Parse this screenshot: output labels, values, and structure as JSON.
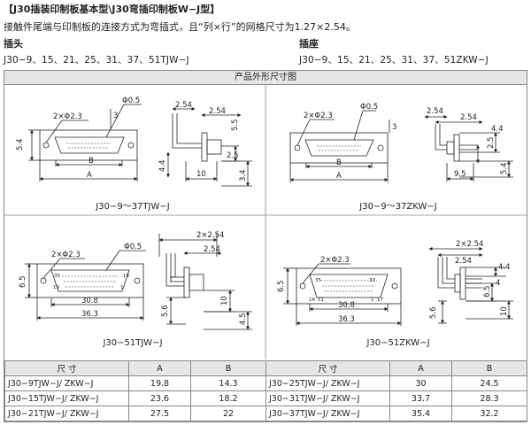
{
  "header": {
    "title": "【J30插装印制板基本型\\J30弯插印制板W−J型】",
    "description": "接触件尾端与印制板的连接方式为弯插式，且“列×行”的网格尺寸为1.27×2.54。",
    "plug_label": "插头",
    "socket_label": "插座",
    "plug_series": "J30−9、15、21、25、31、37、51TJW−J",
    "socket_series": "J30−9、15、21、25、31、37、51ZKW−J"
  },
  "drawings": {
    "section_title": "产品外形尺寸图",
    "captions": [
      "J30−9～37TJW−J",
      "J30−9～37ZKW−J",
      "J30−51TJW−J",
      "J30−51ZKW−J"
    ],
    "dims": {
      "hole": "2×Φ2.3",
      "pin_dia": "Φ0.5",
      "pitch": "2×2.54",
      "a": "A",
      "b": "B",
      "d3": "3",
      "d254": "2.54",
      "d55": "5.5",
      "d54": "5.4",
      "d44": "4.4",
      "d25": "2.5",
      "d34": "3.4",
      "d10": "10",
      "d95": "9.5",
      "d40": "4",
      "d65": "6.5",
      "d56": "5.6",
      "d45": "4.5",
      "d308": "30.8",
      "d363": "36.3",
      "p35": "35",
      "p18": "18",
      "p19": "19",
      "p51": "51",
      "p16": "16",
      "p1": "1",
      "p33": "33",
      "p17": "17"
    }
  },
  "table": {
    "headers": [
      "尺  寸",
      "A",
      "B",
      "尺  寸",
      "A",
      "B"
    ],
    "rows": [
      [
        "J30−9TJW−J/ ZKW−J",
        "19.8",
        "14.3",
        "J30−25TJW−J/ ZKW−J",
        "30",
        "24.5"
      ],
      [
        "J30−15TJW−J/ ZKW−J",
        "23.6",
        "18.2",
        "J30−31TJW−J/ ZKW−J",
        "33.7",
        "28.3"
      ],
      [
        "J30−21TJW−J/ ZKW−J",
        "27.5",
        "22",
        "J30−37TJW−J/ ZKW−J",
        "35.4",
        "32.2"
      ]
    ]
  }
}
